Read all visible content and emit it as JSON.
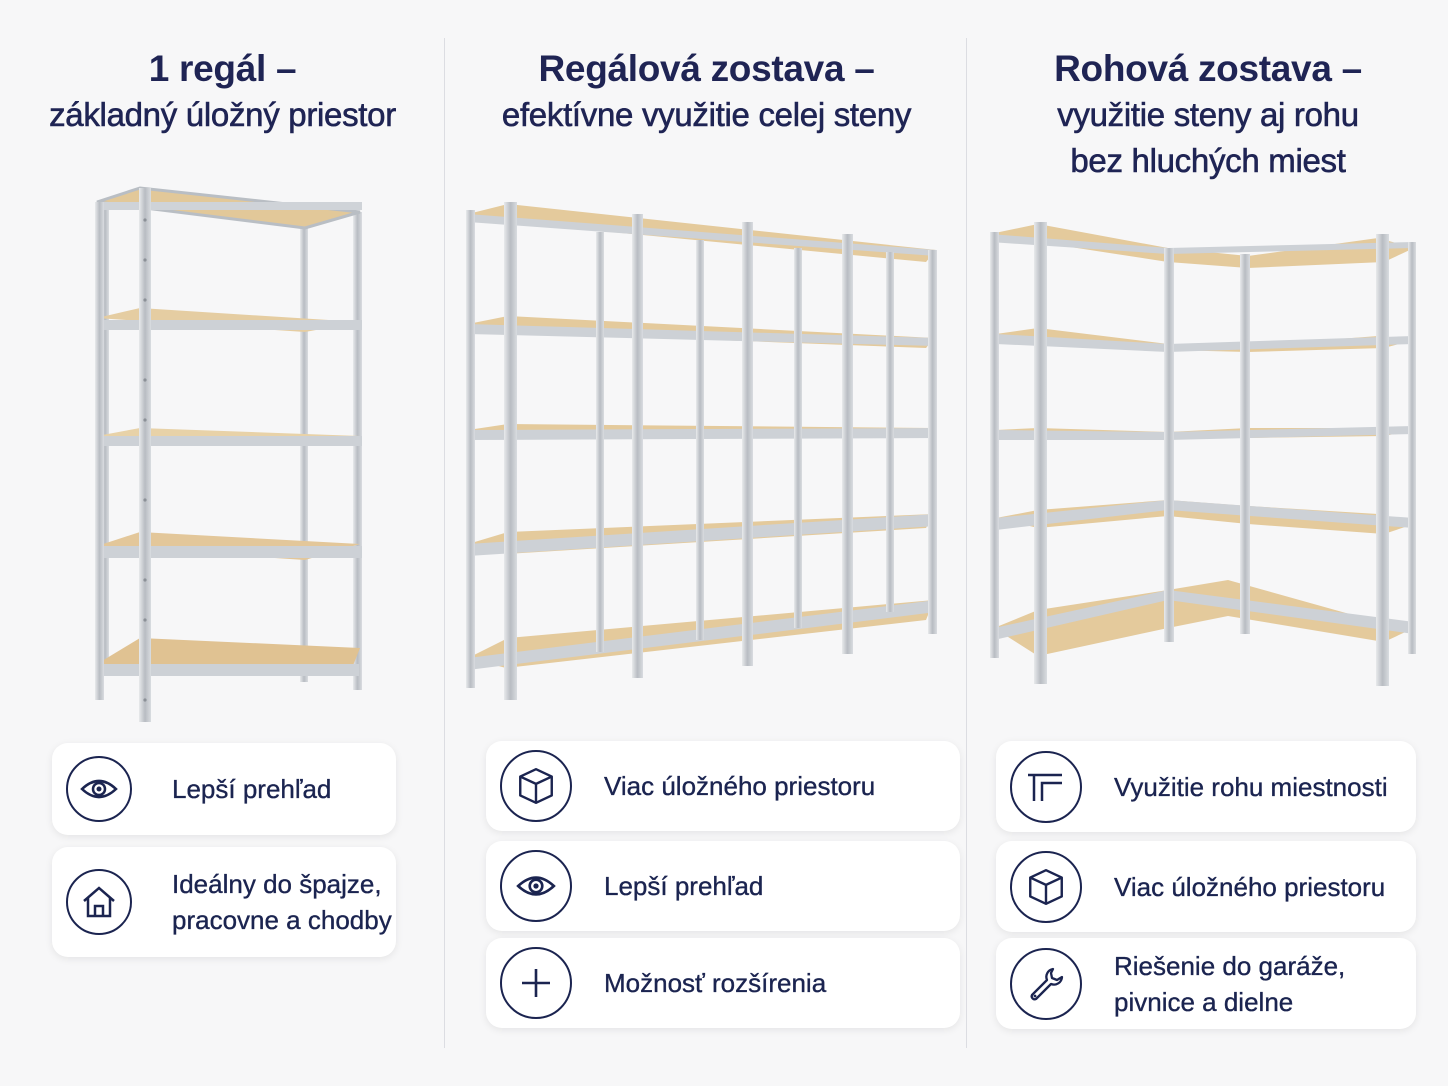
{
  "columns": [
    {
      "title_line1": "1 regál –",
      "title_line2": "základný úložný priestor",
      "title_line3": "",
      "features": [
        {
          "icon": "eye-icon",
          "label": "Lepší prehľad"
        },
        {
          "icon": "house-icon",
          "label": "Ideálny do špajze,\npracovne a chodby"
        }
      ]
    },
    {
      "title_line1": "Regálová zostava –",
      "title_line2": "efektívne využitie celej steny",
      "title_line3": "",
      "features": [
        {
          "icon": "box-icon",
          "label": "Viac úložného priestoru"
        },
        {
          "icon": "eye-icon",
          "label": "Lepší prehľad"
        },
        {
          "icon": "plus-icon",
          "label": "Možnosť rozšírenia"
        }
      ]
    },
    {
      "title_line1": "Rohová zostava –",
      "title_line2": "využitie steny aj rohu",
      "title_line3": "bez hluchých miest",
      "features": [
        {
          "icon": "corner-icon",
          "label": "Využitie rohu miestnosti"
        },
        {
          "icon": "box-icon",
          "label": "Viac úložného priestoru"
        },
        {
          "icon": "wrench-icon",
          "label": "Riešenie do garáže,\npivnice a dielne"
        }
      ]
    }
  ],
  "colors": {
    "text": "#1b2450",
    "wood": "#e3c79a",
    "metal": "#c5c9ce"
  }
}
